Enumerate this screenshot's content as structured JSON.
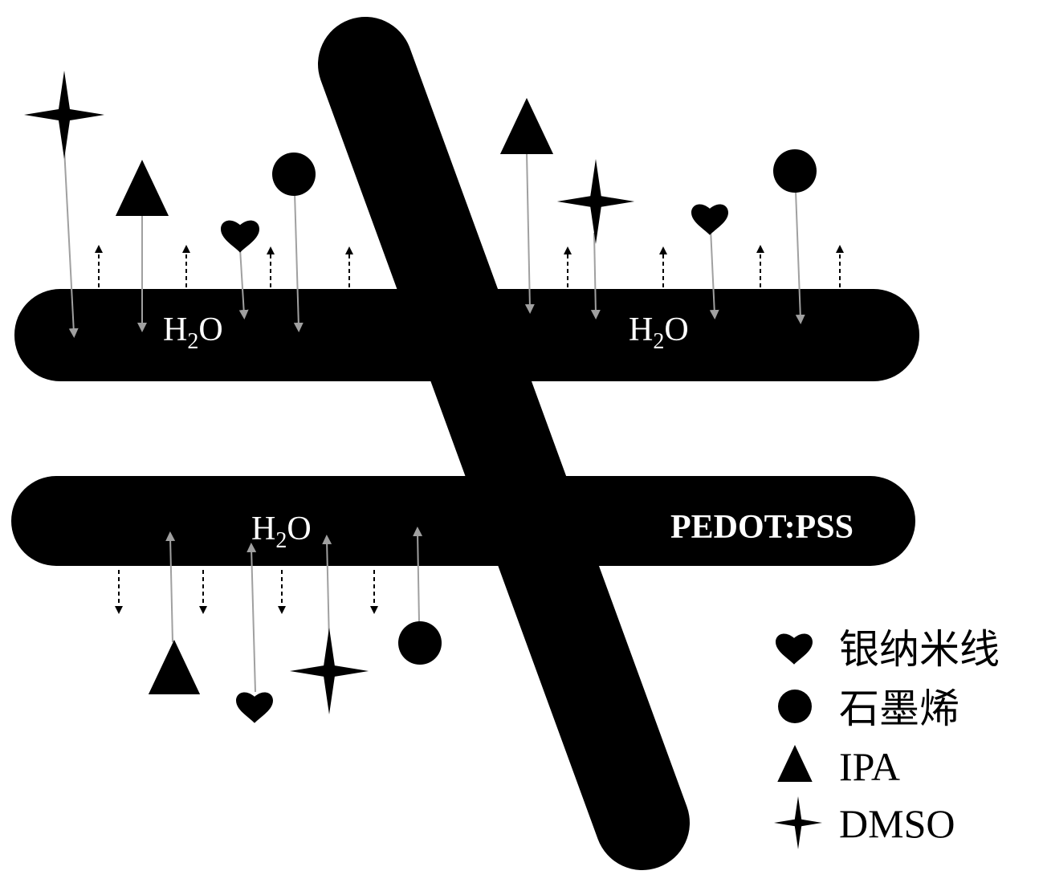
{
  "labels": {
    "h2o_main": "H",
    "h2o_sub": "2",
    "h2o_end": "O",
    "pedot": "PEDOT:PSS"
  },
  "legend": [
    {
      "icon": "heart-icon",
      "label": "银纳米线"
    },
    {
      "icon": "circle-icon",
      "label": "石墨烯"
    },
    {
      "icon": "triangle-icon",
      "label": "IPA"
    },
    {
      "icon": "star-icon",
      "label": "DMSO"
    }
  ],
  "colors": {
    "fiber": "#000000",
    "arrow": "#a0a0a0",
    "text_on_fiber": "#ffffff"
  }
}
